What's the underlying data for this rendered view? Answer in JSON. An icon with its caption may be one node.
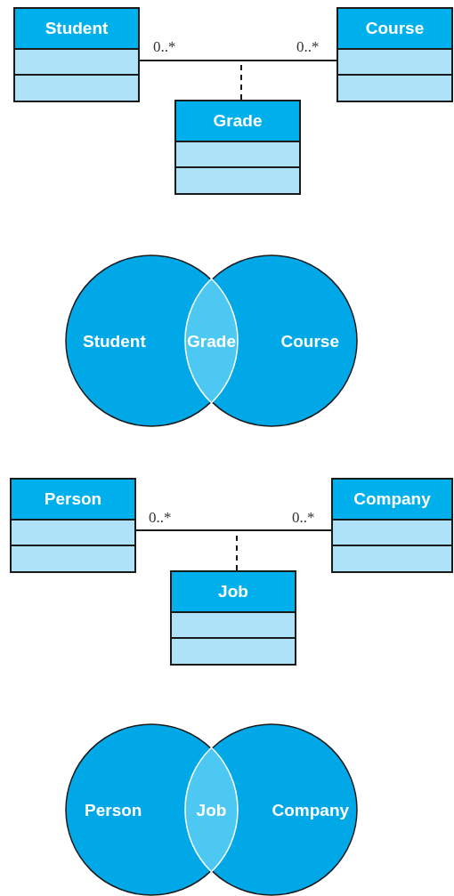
{
  "diagram": {
    "nodes": [
      {
        "text": [
          "Student"
        ]
      },
      {
        "text": [
          "Course"
        ]
      },
      {
        "text": [
          "Grade"
        ]
      },
      {
        "text": [
          "Student"
        ]
      },
      {
        "text": [
          "Course"
        ]
      },
      {
        "text": [
          "Grade"
        ]
      },
      {
        "text": [
          "Person"
        ]
      },
      {
        "text": [
          "Company"
        ]
      },
      {
        "text": [
          "Job"
        ]
      },
      {
        "text": [
          "Person"
        ]
      },
      {
        "text": [
          "Company"
        ]
      },
      {
        "text": [
          "Job"
        ]
      }
    ],
    "edges": [
      {
        "from": 0,
        "to": 1,
        "arrow": "none"
      },
      {
        "from": 2,
        "to": null,
        "arrow": "none",
        "style": "dashed"
      },
      {
        "from": 6,
        "to": 7,
        "arrow": "none"
      },
      {
        "from": 8,
        "to": null,
        "arrow": "none",
        "style": "dashed"
      }
    ],
    "labels": [
      "0..*",
      "0..*",
      "0..*",
      "0..*"
    ]
  }
}
